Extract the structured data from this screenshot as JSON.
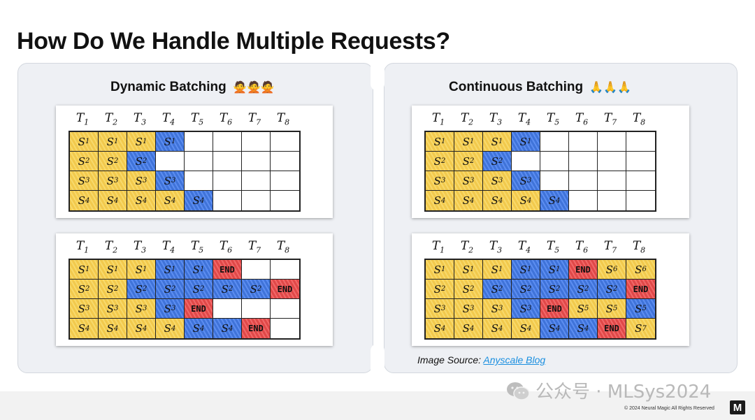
{
  "slide": {
    "title": "How Do We Handle Multiple Requests?",
    "source_prefix": "Image Source: ",
    "source_link": "Anyscale Blog",
    "watermark": "公众号 · MLSys2024",
    "copyright": "© 2024 Neural Magic All Rights Reserved",
    "logo": "M"
  },
  "panels": {
    "left": {
      "title": "Dynamic Batching",
      "emoji": "🙅🙅🙅"
    },
    "right": {
      "title": "Continuous Batching",
      "emoji": "🙏🙏🙏"
    }
  },
  "time_labels": [
    "T1",
    "T2",
    "T3",
    "T4",
    "T5",
    "T6",
    "T7",
    "T8"
  ],
  "colors": {
    "yellow": "#f2c94c",
    "blue": "#3f73d9",
    "red": "#e04848",
    "empty": "#ffffff"
  },
  "grids": [
    {
      "id": "dynamic-top",
      "rows": [
        [
          [
            "y",
            "S1"
          ],
          [
            "y",
            "S1"
          ],
          [
            "y",
            "S1"
          ],
          [
            "b",
            "S1"
          ],
          [
            "e",
            ""
          ],
          [
            "e",
            ""
          ],
          [
            "e",
            ""
          ],
          [
            "e",
            ""
          ]
        ],
        [
          [
            "y",
            "S2"
          ],
          [
            "y",
            "S2"
          ],
          [
            "b",
            "S2"
          ],
          [
            "e",
            ""
          ],
          [
            "e",
            ""
          ],
          [
            "e",
            ""
          ],
          [
            "e",
            ""
          ],
          [
            "e",
            ""
          ]
        ],
        [
          [
            "y",
            "S3"
          ],
          [
            "y",
            "S3"
          ],
          [
            "y",
            "S3"
          ],
          [
            "b",
            "S3"
          ],
          [
            "e",
            ""
          ],
          [
            "e",
            ""
          ],
          [
            "e",
            ""
          ],
          [
            "e",
            ""
          ]
        ],
        [
          [
            "y",
            "S4"
          ],
          [
            "y",
            "S4"
          ],
          [
            "y",
            "S4"
          ],
          [
            "y",
            "S4"
          ],
          [
            "b",
            "S4"
          ],
          [
            "e",
            ""
          ],
          [
            "e",
            ""
          ],
          [
            "e",
            ""
          ]
        ]
      ]
    },
    {
      "id": "dynamic-bottom",
      "rows": [
        [
          [
            "y",
            "S1"
          ],
          [
            "y",
            "S1"
          ],
          [
            "y",
            "S1"
          ],
          [
            "b",
            "S1"
          ],
          [
            "b",
            "S1"
          ],
          [
            "r",
            "END"
          ],
          [
            "e",
            ""
          ],
          [
            "e",
            ""
          ]
        ],
        [
          [
            "y",
            "S2"
          ],
          [
            "y",
            "S2"
          ],
          [
            "b",
            "S2"
          ],
          [
            "b",
            "S2"
          ],
          [
            "b",
            "S2"
          ],
          [
            "b",
            "S2"
          ],
          [
            "b",
            "S2"
          ],
          [
            "r",
            "END"
          ]
        ],
        [
          [
            "y",
            "S3"
          ],
          [
            "y",
            "S3"
          ],
          [
            "y",
            "S3"
          ],
          [
            "b",
            "S3"
          ],
          [
            "r",
            "END"
          ],
          [
            "e",
            ""
          ],
          [
            "e",
            ""
          ],
          [
            "e",
            ""
          ]
        ],
        [
          [
            "y",
            "S4"
          ],
          [
            "y",
            "S4"
          ],
          [
            "y",
            "S4"
          ],
          [
            "y",
            "S4"
          ],
          [
            "b",
            "S4"
          ],
          [
            "b",
            "S4"
          ],
          [
            "r",
            "END"
          ],
          [
            "e",
            ""
          ]
        ]
      ]
    },
    {
      "id": "continuous-top",
      "rows": [
        [
          [
            "y",
            "S1"
          ],
          [
            "y",
            "S1"
          ],
          [
            "y",
            "S1"
          ],
          [
            "b",
            "S1"
          ],
          [
            "e",
            ""
          ],
          [
            "e",
            ""
          ],
          [
            "e",
            ""
          ],
          [
            "e",
            ""
          ]
        ],
        [
          [
            "y",
            "S2"
          ],
          [
            "y",
            "S2"
          ],
          [
            "b",
            "S2"
          ],
          [
            "e",
            ""
          ],
          [
            "e",
            ""
          ],
          [
            "e",
            ""
          ],
          [
            "e",
            ""
          ],
          [
            "e",
            ""
          ]
        ],
        [
          [
            "y",
            "S3"
          ],
          [
            "y",
            "S3"
          ],
          [
            "y",
            "S3"
          ],
          [
            "b",
            "S3"
          ],
          [
            "e",
            ""
          ],
          [
            "e",
            ""
          ],
          [
            "e",
            ""
          ],
          [
            "e",
            ""
          ]
        ],
        [
          [
            "y",
            "S4"
          ],
          [
            "y",
            "S4"
          ],
          [
            "y",
            "S4"
          ],
          [
            "y",
            "S4"
          ],
          [
            "b",
            "S4"
          ],
          [
            "e",
            ""
          ],
          [
            "e",
            ""
          ],
          [
            "e",
            ""
          ]
        ]
      ]
    },
    {
      "id": "continuous-bottom",
      "rows": [
        [
          [
            "y",
            "S1"
          ],
          [
            "y",
            "S1"
          ],
          [
            "y",
            "S1"
          ],
          [
            "b",
            "S1"
          ],
          [
            "b",
            "S1"
          ],
          [
            "r",
            "END"
          ],
          [
            "y",
            "S6"
          ],
          [
            "y",
            "S6"
          ]
        ],
        [
          [
            "y",
            "S2"
          ],
          [
            "y",
            "S2"
          ],
          [
            "b",
            "S2"
          ],
          [
            "b",
            "S2"
          ],
          [
            "b",
            "S2"
          ],
          [
            "b",
            "S2"
          ],
          [
            "b",
            "S2"
          ],
          [
            "r",
            "END"
          ]
        ],
        [
          [
            "y",
            "S3"
          ],
          [
            "y",
            "S3"
          ],
          [
            "y",
            "S3"
          ],
          [
            "b",
            "S3"
          ],
          [
            "r",
            "END"
          ],
          [
            "y",
            "S5"
          ],
          [
            "y",
            "S5"
          ],
          [
            "b",
            "S5"
          ]
        ],
        [
          [
            "y",
            "S4"
          ],
          [
            "y",
            "S4"
          ],
          [
            "y",
            "S4"
          ],
          [
            "y",
            "S4"
          ],
          [
            "b",
            "S4"
          ],
          [
            "b",
            "S4"
          ],
          [
            "r",
            "END"
          ],
          [
            "y",
            "S7"
          ]
        ]
      ]
    }
  ]
}
